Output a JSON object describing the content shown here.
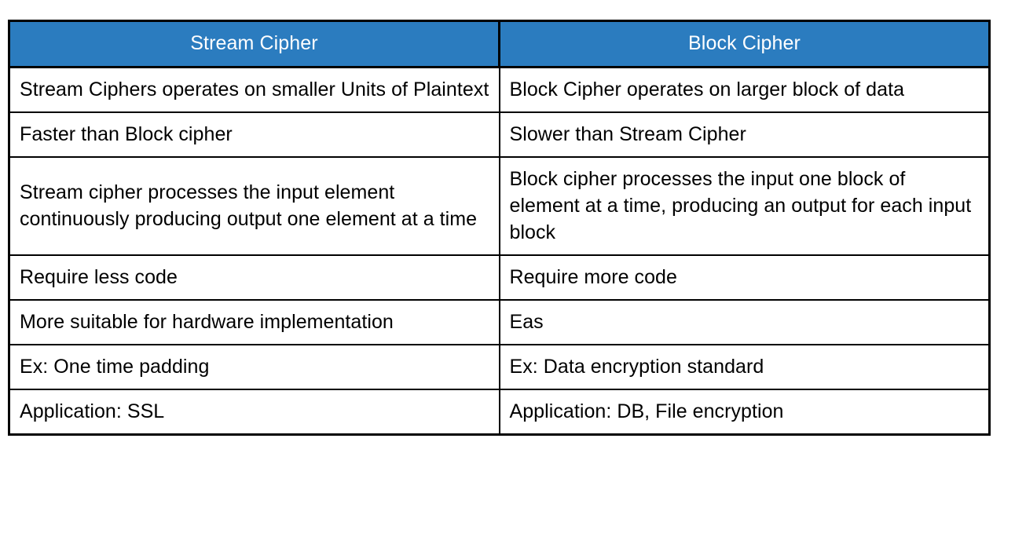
{
  "table": {
    "type": "comparison-table",
    "accent_color": "#2B7CBF",
    "header_text_color": "#FFFFFF",
    "body_text_color": "#000000",
    "border_color": "#000000",
    "background_color": "#FFFFFF",
    "columns": [
      {
        "key": "stream",
        "label": "Stream Cipher"
      },
      {
        "key": "block",
        "label": "Block Cipher"
      }
    ],
    "rows": [
      {
        "stream": "Stream Ciphers operates on smaller Units of Plaintext",
        "block": "Block Cipher operates on larger block of data"
      },
      {
        "stream": "Faster than Block cipher",
        "block": "Slower than Stream Cipher"
      },
      {
        "stream": "Stream cipher processes the input element continuously producing output one element at a time",
        "block": "Block cipher processes the input one block of element at a time, producing an output for each input block"
      },
      {
        "stream": "Require less code",
        "block": "Require more code"
      },
      {
        "stream": "More suitable for hardware implementation",
        "block": "Eas"
      },
      {
        "stream": "Ex: One time padding",
        "block": "Ex: Data encryption standard"
      },
      {
        "stream": "Application: SSL",
        "block": "Application: DB, File encryption"
      }
    ]
  }
}
